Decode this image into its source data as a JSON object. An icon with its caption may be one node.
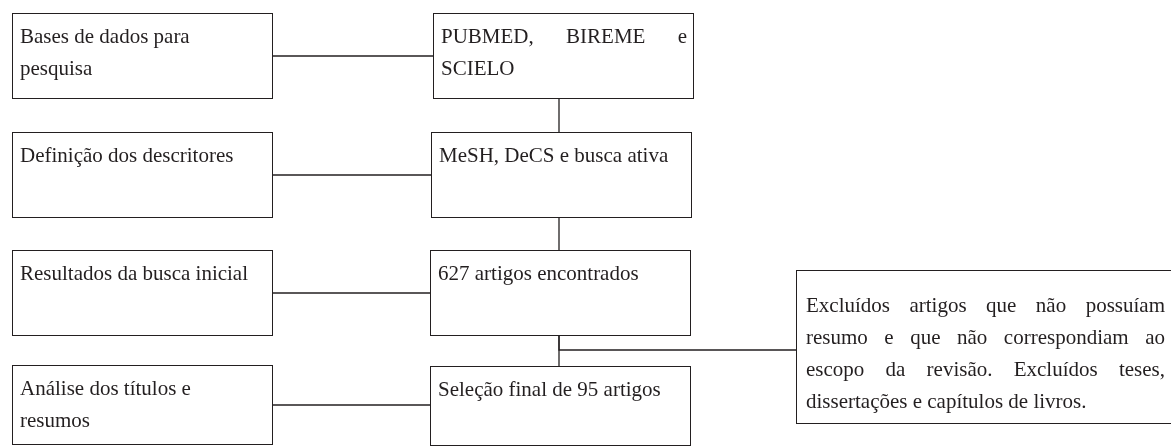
{
  "diagram": {
    "nodes": [
      {
        "text": [
          "Bases de dados para pesquisa"
        ]
      },
      {
        "text": [
          "PUBMED, BIREME e SCIELO"
        ]
      },
      {
        "text": [
          "Definição dos descritores"
        ]
      },
      {
        "text": [
          "MeSH, DeCS e busca ativa"
        ]
      },
      {
        "text": [
          "Resultados da busca inicial"
        ]
      },
      {
        "text": [
          "627 artigos encontrados"
        ]
      },
      {
        "text": [
          "Excluídos artigos que não possuíam resumo e que não correspondiam ao escopo da revisão. Excluídos teses, dissertações e capítulos de livros."
        ]
      },
      {
        "text": [
          "Análise dos títulos e resumos"
        ]
      },
      {
        "text": [
          "Seleção final de 95 artigos"
        ]
      }
    ],
    "edges": [
      {
        "from": 0,
        "to": 1,
        "arrow": "none"
      },
      {
        "from": 1,
        "to": 3,
        "arrow": "none"
      },
      {
        "from": 2,
        "to": 3,
        "arrow": "none"
      },
      {
        "from": 3,
        "to": 5,
        "arrow": "none"
      },
      {
        "from": 4,
        "to": 5,
        "arrow": "none"
      },
      {
        "from": 5,
        "to": 8,
        "arrow": "none"
      },
      {
        "from": 5,
        "to": 6,
        "arrow": "none"
      },
      {
        "from": 7,
        "to": 8,
        "arrow": "none"
      }
    ]
  }
}
